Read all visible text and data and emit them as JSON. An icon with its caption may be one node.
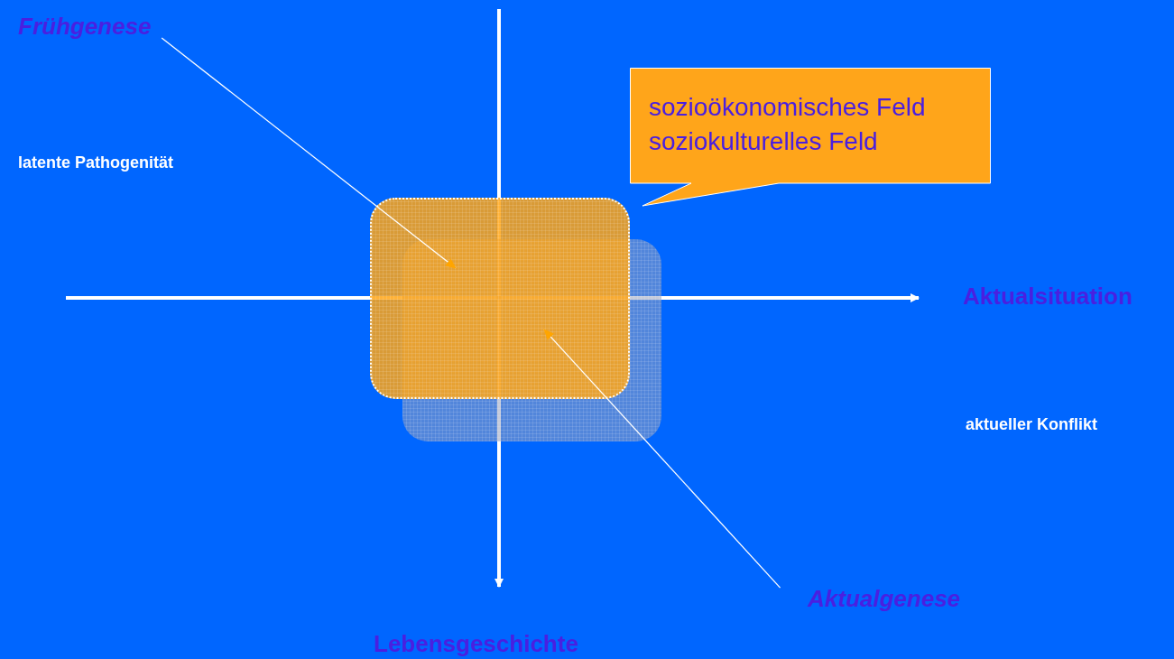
{
  "diagram": {
    "nodes": [
      {
        "text": [
          "Frühgenese"
        ]
      },
      {
        "text": [],
        "shape": "box"
      },
      {
        "text": [],
        "shape": "box"
      },
      {
        "text": [
          "sozioökonomisches Feld",
          "soziokulturelles Feld"
        ]
      },
      {
        "text": [
          "Aktualgenese"
        ]
      }
    ],
    "edges": [
      {
        "from": 0,
        "to": 1,
        "arrow": "to"
      },
      {
        "from": 4,
        "to": 1,
        "arrow": "to"
      }
    ],
    "labels": [
      "latente Pathogenität",
      "Aktualsituation",
      "aktueller Konflikt",
      "Lebensgeschichte"
    ]
  }
}
